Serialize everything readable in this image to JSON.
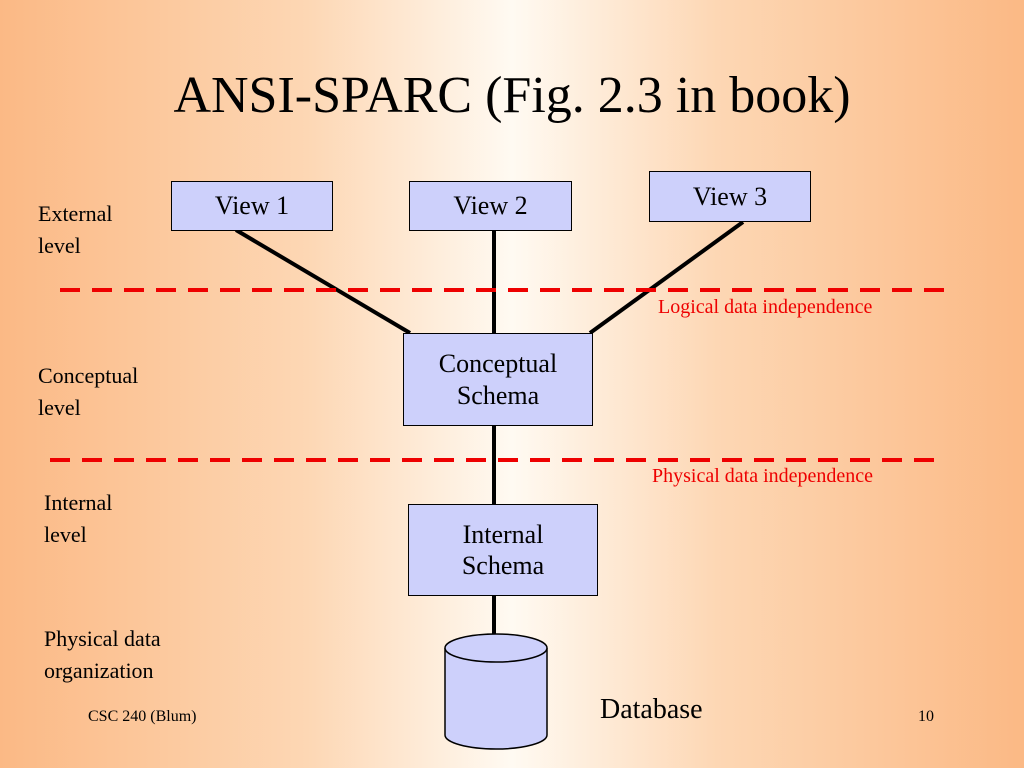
{
  "slide": {
    "title": "ANSI-SPARC (Fig. 2.3 in book)",
    "footer_left": "CSC 240 (Blum)",
    "slide_number": "10"
  },
  "levels": {
    "external": [
      "External",
      "level"
    ],
    "conceptual": [
      "Conceptual",
      "level"
    ],
    "internal": [
      "Internal",
      "level"
    ],
    "physical": [
      "Physical data",
      "organization"
    ]
  },
  "views": [
    "View 1",
    "View 2",
    "View 3"
  ],
  "conceptual_schema": [
    "Conceptual",
    "Schema"
  ],
  "internal_schema": [
    "Internal",
    "Schema"
  ],
  "database_label": "Database",
  "independence": {
    "logical": "Logical data independence",
    "physical": "Physical data independence"
  },
  "colors": {
    "box_fill": "#cdd0fb",
    "dashed_line": "#ee0000",
    "independence_text": "#ee0000",
    "background_edge": "#fbb985",
    "background_center": "#fffaf2"
  }
}
